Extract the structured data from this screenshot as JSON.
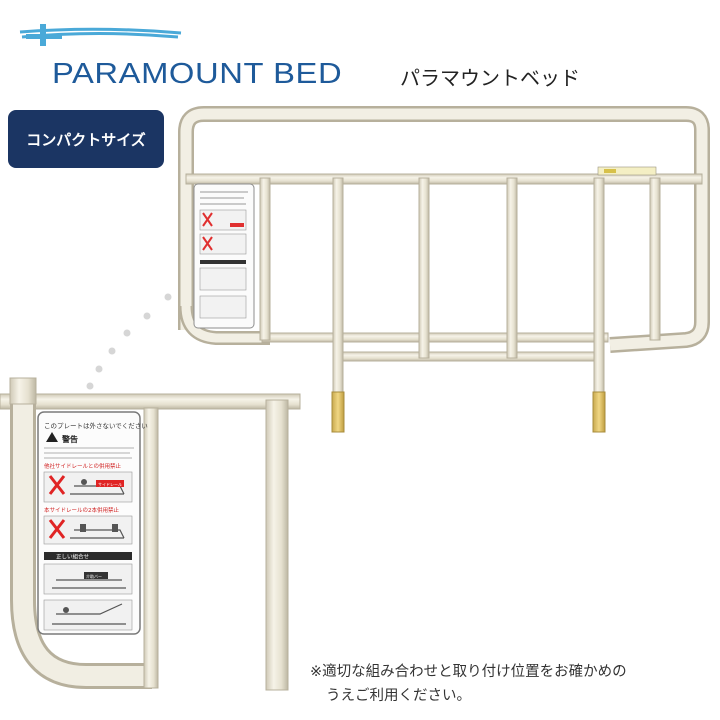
{
  "brand": {
    "name_en": "PARAMOUNT BED",
    "name_ja": "パラマウントベッド",
    "accent_color": "#1e5a9a"
  },
  "badge": {
    "label": "コンパクトサイズ",
    "color": "#1b3563"
  },
  "warning_panel": {
    "header": "このプレートは外さないでください",
    "title": "警告",
    "warn1": "他社サイドレールとの併用禁止",
    "warn2": "本サイドレールの2本併用禁止",
    "section": "正しい組合せ",
    "tag_rail": "サイドレール",
    "tag_assist": "介助バー"
  },
  "note": {
    "line1": "※適切な組み合わせと取り付け位置をお確かめの",
    "line2": "うえご利用ください。"
  },
  "icons": [
    "paramount-logo-mark-icon",
    "warning-cross-icon",
    "bed-illustration-icon"
  ]
}
